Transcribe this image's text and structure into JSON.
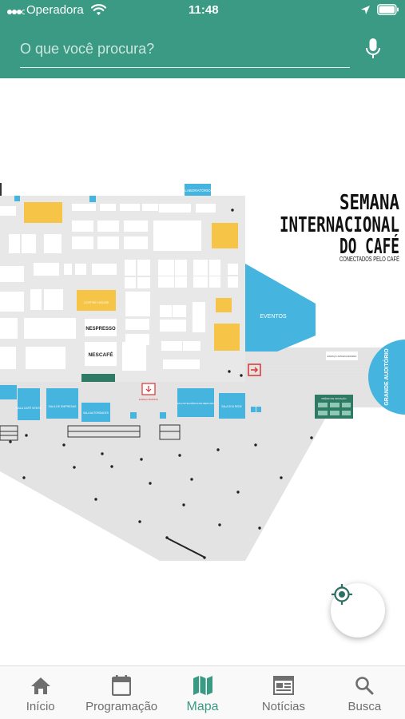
{
  "status_bar": {
    "carrier": "Operadora",
    "time": "11:48"
  },
  "search": {
    "placeholder": "O que você procura?"
  },
  "map": {
    "brand_lines": [
      "SEMANA",
      "INTERNACIONAL",
      "DO CAFÉ"
    ],
    "brand_tagline": "CONECTADOS PELO CAFÉ",
    "labels": {
      "laboratorio": "LABORATÓRIO",
      "eventos": "EVENTOS",
      "grande_auditorio": "GRANDE AUDITÓRIO",
      "nespresso": "NESPRESSO",
      "nescafe": "NESCAFÉ",
      "sala_cafe_vento": "SALA CAFÉ VENTO",
      "sala_de_empresas": "SALA DE EMPRESAS",
      "sala_autoridades": "SALA AUTORIDADES",
      "sala_inteligencia": "SALA INTELIGÊNCIA DE MERCADO",
      "sala_sou_rede": "SALA SOU REDE",
      "espaco_barista": "ESPAÇO BARISTA",
      "coffee_house": "COFFEE HOUSE",
      "espaco_apreciadores": "ESPAÇO APRECIADORES",
      "premio": "PRÊMIO DE INOVAÇÃO"
    }
  },
  "tabs": [
    {
      "id": "inicio",
      "label": "Início",
      "icon": "home-icon",
      "active": false
    },
    {
      "id": "programacao",
      "label": "Programação",
      "icon": "calendar-icon",
      "active": false
    },
    {
      "id": "mapa",
      "label": "Mapa",
      "icon": "map-icon",
      "active": true
    },
    {
      "id": "noticias",
      "label": "Notícias",
      "icon": "news-icon",
      "active": false
    },
    {
      "id": "busca",
      "label": "Busca",
      "icon": "search-icon",
      "active": false
    }
  ],
  "colors": {
    "header": "#3a9a83",
    "accent": "#3a9a83",
    "blue": "#45b4de",
    "yellow": "#f6c447",
    "green_booth": "#2e7a64",
    "floor": "#e3e3e3"
  }
}
